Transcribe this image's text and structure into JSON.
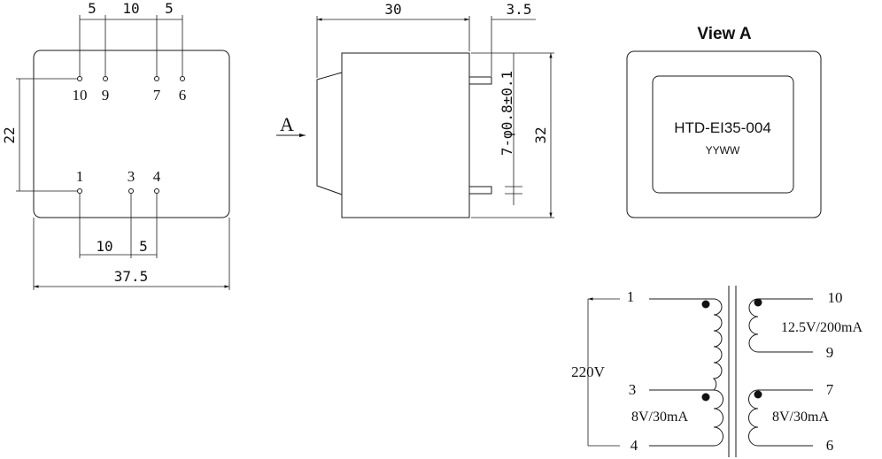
{
  "bottom_view": {
    "top_dims": [
      "5",
      "10",
      "5"
    ],
    "pins_top": [
      "10",
      "9",
      "7",
      "6"
    ],
    "pins_bottom": [
      "1",
      "3",
      "4"
    ],
    "dim_height": "22",
    "bottom_dims": [
      "10",
      "5"
    ],
    "dim_width": "37.5"
  },
  "side_view": {
    "dim_length": "30",
    "dim_pin_len": "3.5",
    "pin_spec": "7-φ0.8±0.1",
    "dim_height": "32",
    "arrow_label": "A"
  },
  "view_a": {
    "title": "View A",
    "part_number": "HTD-EI35-004",
    "date_code": "YYWW"
  },
  "schematic": {
    "primary_pins": [
      "1",
      "3",
      "4"
    ],
    "primary_voltage": "220V",
    "primary_tap": "8V/30mA",
    "secondary1_pins": [
      "10",
      "9"
    ],
    "secondary1_rating": "12.5V/200mA",
    "secondary2_pins": [
      "7",
      "6"
    ],
    "secondary2_rating": "8V/30mA"
  }
}
